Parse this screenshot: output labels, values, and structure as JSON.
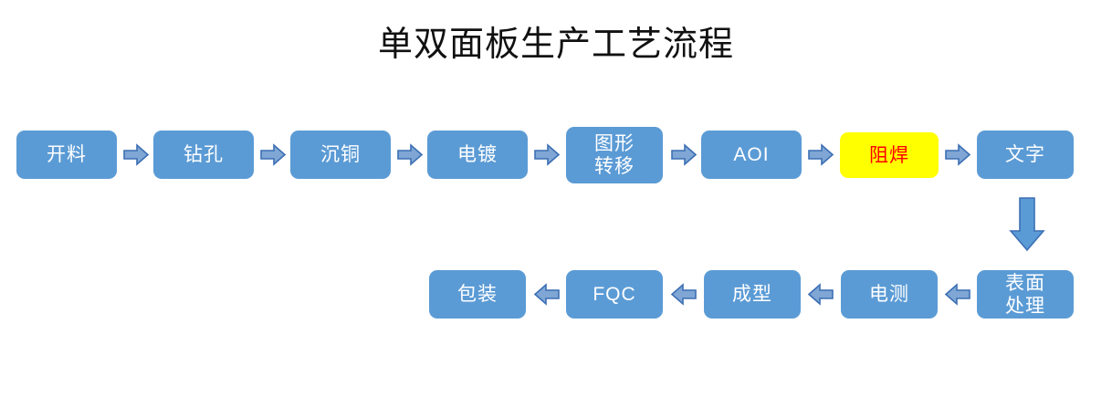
{
  "title": "单双面板生产工艺流程",
  "colors": {
    "node_fill": "#5B9BD5",
    "node_text": "#FFFFFF",
    "highlight_fill": "#FFFF00",
    "highlight_text": "#FF0000",
    "arrow_fill": "#7FA6D4",
    "arrow_outline": "#3C6FB4",
    "down_arrow_fill": "#5B9BD5",
    "background": "#FFFFFF",
    "title_text": "#111111"
  },
  "flow": {
    "row1": [
      {
        "id": "kailiao",
        "label": "开料",
        "lines": [
          "开料"
        ],
        "style": "blue"
      },
      {
        "id": "zuankong",
        "label": "钻孔",
        "lines": [
          "钻孔"
        ],
        "style": "blue"
      },
      {
        "id": "chentong",
        "label": "沉铜",
        "lines": [
          "沉铜"
        ],
        "style": "blue"
      },
      {
        "id": "diandu",
        "label": "电镀",
        "lines": [
          "电镀"
        ],
        "style": "blue"
      },
      {
        "id": "tuxingzhuanyi",
        "label": "图形转移",
        "lines": [
          "图形",
          "转移"
        ],
        "style": "blue"
      },
      {
        "id": "aoi",
        "label": "AOI",
        "lines": [
          "AOI"
        ],
        "style": "blue"
      },
      {
        "id": "zuhan",
        "label": "阻焊",
        "lines": [
          "阻焊"
        ],
        "style": "highlight"
      },
      {
        "id": "wenzi",
        "label": "文字",
        "lines": [
          "文字"
        ],
        "style": "blue"
      }
    ],
    "row2": [
      {
        "id": "baozhuang",
        "label": "包装",
        "lines": [
          "包装"
        ],
        "style": "blue"
      },
      {
        "id": "fqc",
        "label": "FQC",
        "lines": [
          "FQC"
        ],
        "style": "blue"
      },
      {
        "id": "chengxing",
        "label": "成型",
        "lines": [
          "成型"
        ],
        "style": "blue"
      },
      {
        "id": "dience",
        "label": "电测",
        "lines": [
          "电测"
        ],
        "style": "blue"
      },
      {
        "id": "biaomianchuli",
        "label": "表面处理",
        "lines": [
          "表面",
          "处理"
        ],
        "style": "blue"
      }
    ],
    "connectors": {
      "row1_direction": "right",
      "row2_direction": "left",
      "vertical_direction": "down",
      "row1_arrow_count": 7,
      "row2_arrow_count": 4,
      "vertical_arrow_count": 1
    }
  }
}
